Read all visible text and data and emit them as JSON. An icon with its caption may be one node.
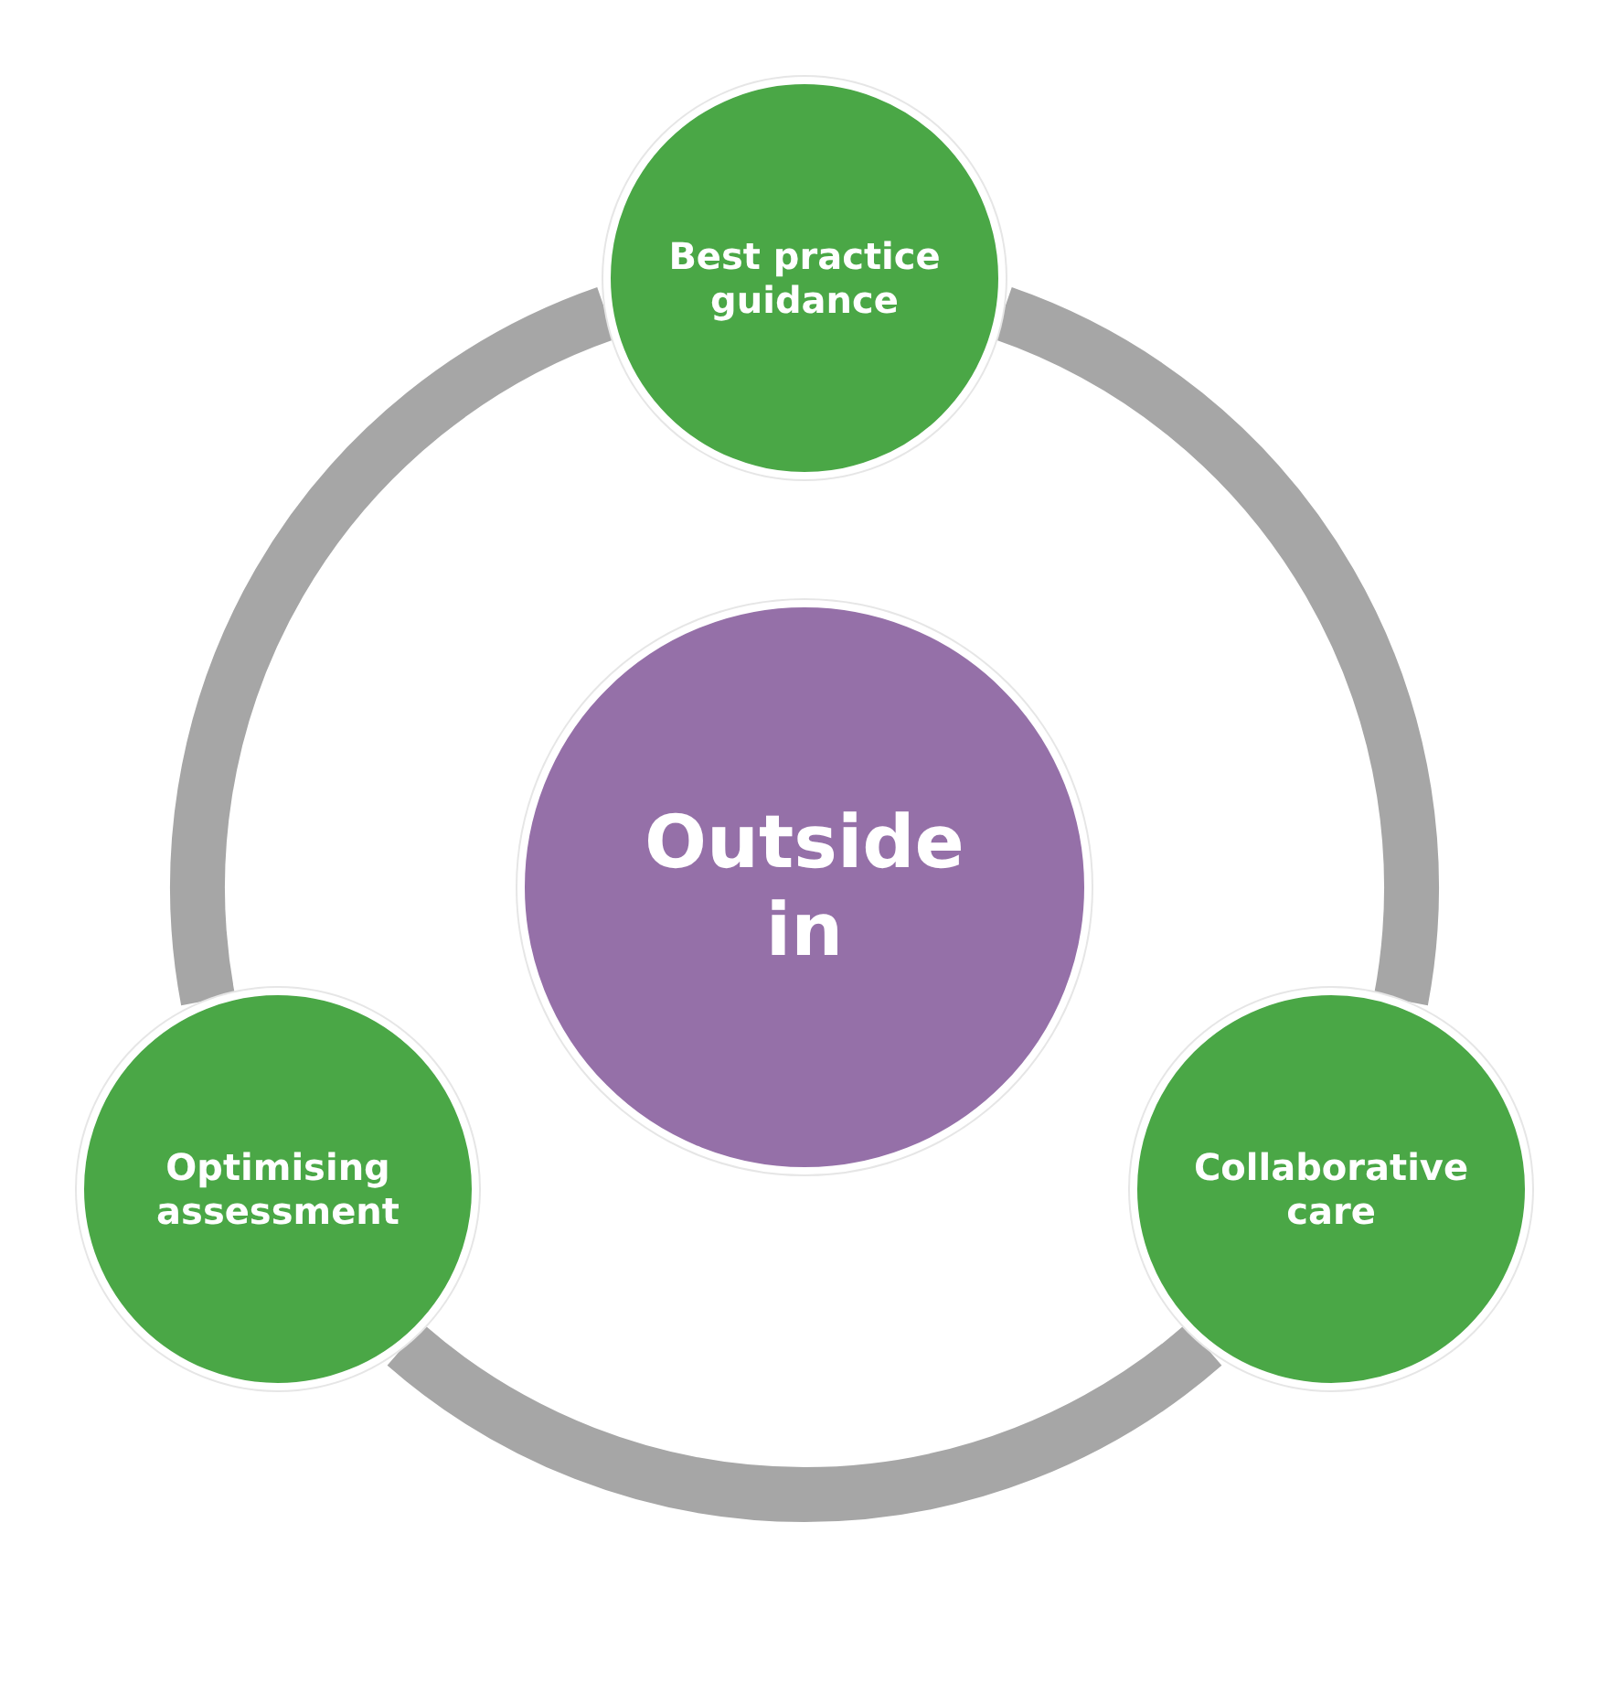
{
  "diagram": {
    "nodes": [
      {
        "text": [
          "Outside in"
        ]
      },
      {
        "text": [
          "Best practice guidance"
        ]
      },
      {
        "text": [
          "Collaborative care"
        ]
      },
      {
        "text": [
          "Optimising assessment"
        ]
      }
    ],
    "edges": [
      {
        "from": 1,
        "to": 2,
        "arrow": "none"
      },
      {
        "from": 2,
        "to": 3,
        "arrow": "none"
      },
      {
        "from": 3,
        "to": 1,
        "arrow": "none"
      }
    ]
  }
}
